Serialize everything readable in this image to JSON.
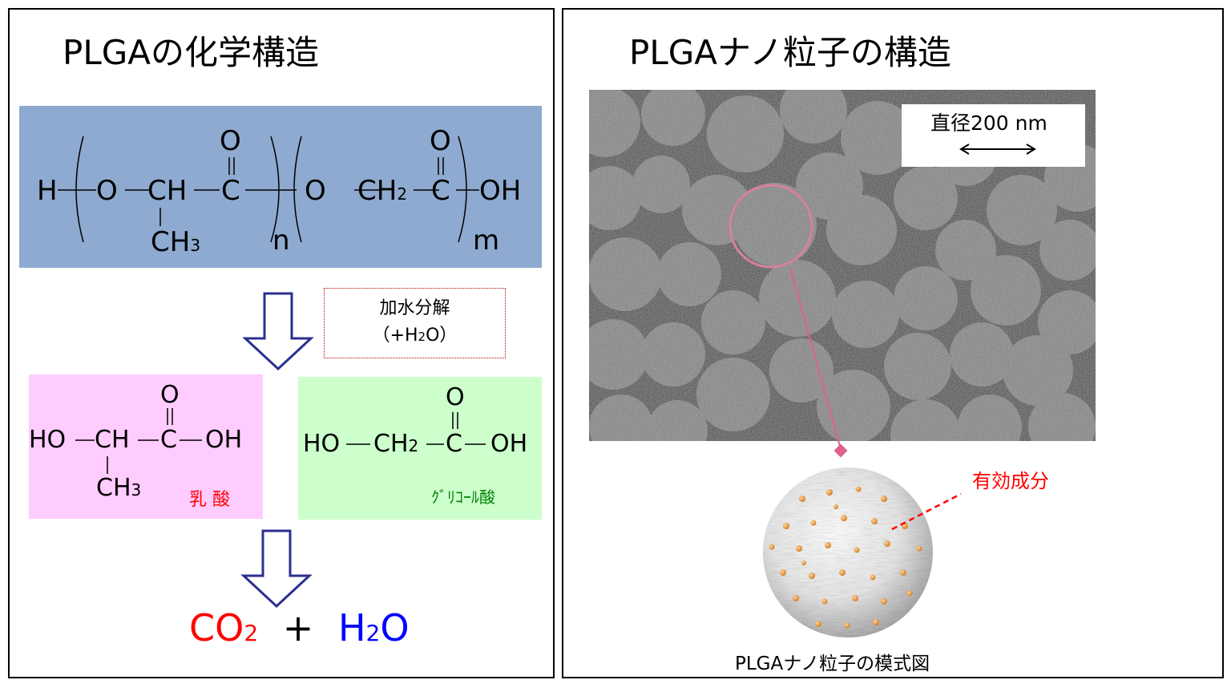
{
  "left": {
    "title": "PLGAの化学構造",
    "polymer": {
      "H": "H",
      "O1": "O",
      "CH": "CH",
      "C1": "C",
      "O_top1": "O",
      "CH3": "CH",
      "CH3_sub": "3",
      "n": "n",
      "O2": "O",
      "CH2": "CH",
      "CH2_sub": "2",
      "C2": "C",
      "O_top2": "O",
      "OH": "OH",
      "m": "m"
    },
    "hydrolysis": {
      "line1": "加水分解",
      "line2_pre": "（+H",
      "line2_sub": "2",
      "line2_post": "O）"
    },
    "lactic": {
      "HO": "HO",
      "CH": "CH",
      "C": "C",
      "O_top": "O",
      "OH": "OH",
      "CH3": "CH",
      "CH3_sub": "3",
      "name": "乳 酸"
    },
    "glycolic": {
      "HO": "HO",
      "CH2": "CH",
      "CH2_sub": "2",
      "C": "C",
      "O_top": "O",
      "OH": "OH",
      "name": "ｸﾞﾘｺｰﾙ酸"
    },
    "products": {
      "co": "CO",
      "co_sub": "2",
      "plus": "+",
      "h": "H",
      "h_sub": "2",
      "o": "O"
    }
  },
  "right": {
    "title": "PLGAナノ粒子の構造",
    "scalebar": "直径200 nm",
    "active_label": "有効成分",
    "model_caption": "PLGAナノ粒子の模式図"
  },
  "colors": {
    "polymer_bg": "#8eaad0",
    "lactic_bg": "#ffccff",
    "glycolic_bg": "#ccffcc",
    "arrow": "#2b2f8f",
    "red": "#ff0000",
    "blue": "#0000ff",
    "green": "#008000",
    "pink": "#e0608c",
    "orange": "#e89030"
  }
}
